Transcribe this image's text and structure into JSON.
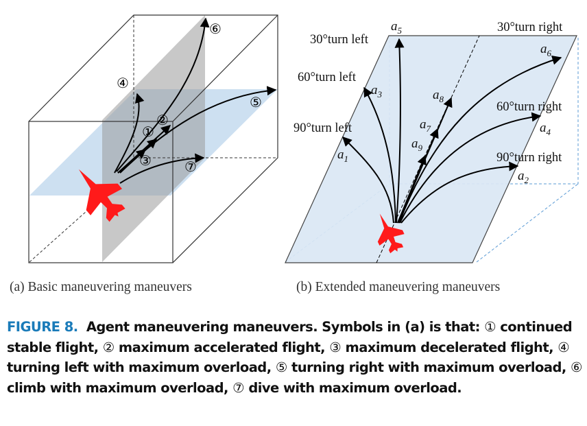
{
  "colors": {
    "plane_red": "#ff1a1a",
    "horizontal_plane_blue": "#bcd6ec",
    "vertical_plane_gray": "#9a9a9a",
    "extended_plane_blue": "#dbe8f5",
    "figure_label_blue": "#1a7bb9",
    "dashed_blue": "#5b9bd5"
  },
  "panel_a": {
    "subcaption": "(a) Basic maneuvering maneuvers",
    "maneuver_markers": [
      "①",
      "②",
      "③",
      "④",
      "⑤",
      "⑥",
      "⑦"
    ]
  },
  "panel_b": {
    "subcaption": "(b) Extended maneuvering maneuvers",
    "direction_labels": {
      "left_30": "30°turn left",
      "left_60": "60°turn left",
      "left_90": "90°turn left",
      "right_30": "30°turn right",
      "right_60": "60°turn right",
      "right_90": "90°turn right"
    },
    "actions": [
      {
        "id": "a1",
        "base": "a",
        "sub": "1"
      },
      {
        "id": "a2",
        "base": "a",
        "sub": "2"
      },
      {
        "id": "a3",
        "base": "a",
        "sub": "3"
      },
      {
        "id": "a4",
        "base": "a",
        "sub": "4"
      },
      {
        "id": "a5",
        "base": "a",
        "sub": "5"
      },
      {
        "id": "a6",
        "base": "a",
        "sub": "6"
      },
      {
        "id": "a7",
        "base": "a",
        "sub": "7"
      },
      {
        "id": "a8",
        "base": "a",
        "sub": "8"
      },
      {
        "id": "a9",
        "base": "a",
        "sub": "9"
      }
    ]
  },
  "caption": {
    "label": "FIGURE 8.",
    "lead": "Agent maneuvering maneuvers. Symbols in (a) is that:",
    "items": [
      {
        "symbol": "①",
        "text": "continued stable flight,"
      },
      {
        "symbol": "②",
        "text": "maximum accelerated flight,"
      },
      {
        "symbol": "③",
        "text": "maximum decelerated flight,"
      },
      {
        "symbol": "④",
        "text": "turning left with maximum overload,"
      },
      {
        "symbol": "⑤",
        "text": "turning right with maximum overload,"
      },
      {
        "symbol": "⑥",
        "text": "climb with maximum overload,"
      },
      {
        "symbol": "⑦",
        "text": "dive with maximum overload."
      }
    ]
  }
}
